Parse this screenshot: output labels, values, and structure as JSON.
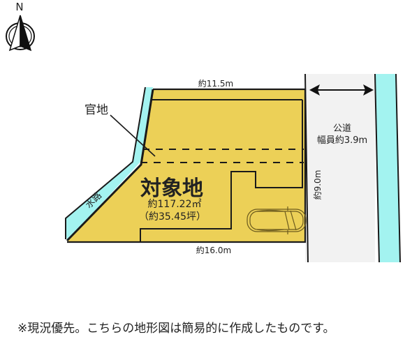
{
  "compass": {
    "label": "N",
    "icon": "north-arrow-icon"
  },
  "colors": {
    "lot_fill": "#ecd057",
    "water_fill": "#a3f3f0",
    "road_fill": "#f2f2f2",
    "line": "#1a1a1a"
  },
  "labels": {
    "kanchi": "官地",
    "suiro": "水路",
    "lot_title": "対象地",
    "lot_area_sqm": "約117.22㎡",
    "lot_area_tsubo": "（約35.45坪）",
    "top_width": "約11.5m",
    "bottom_width": "約16.0m",
    "frontage": "約9.0m",
    "road_name": "公道",
    "road_width": "幅員約3.9m"
  },
  "footer": {
    "note": "※現況優先。こちらの地形図は簡易的に作成したものです。"
  }
}
